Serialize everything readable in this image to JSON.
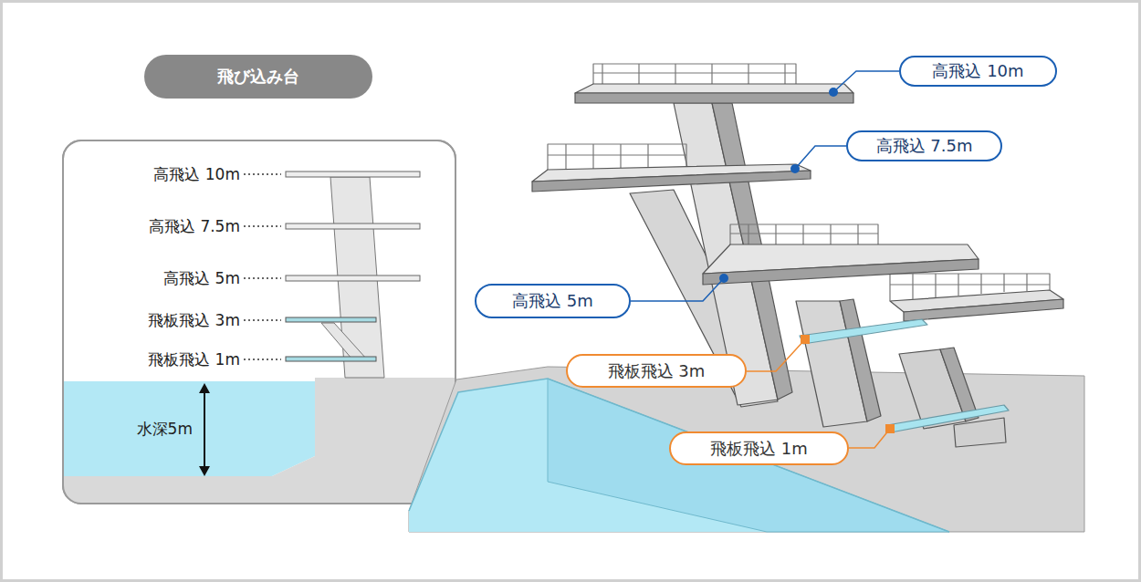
{
  "diagram": {
    "title": "飛び込み台",
    "nodes": [
      {
        "text": [
          "高飛込 10m"
        ]
      },
      {
        "text": [
          "高飛込 7.5m"
        ]
      },
      {
        "text": [
          "高飛込 5m"
        ]
      },
      {
        "text": [
          "飛板飛込 3m"
        ]
      },
      {
        "text": [
          "飛板飛込 1m"
        ]
      }
    ],
    "labels": [
      "高飛込 10m",
      "高飛込 7.5m",
      "高飛込 5m",
      "飛板飛込 3m",
      "飛板飛込 1m",
      "水深5m"
    ]
  }
}
